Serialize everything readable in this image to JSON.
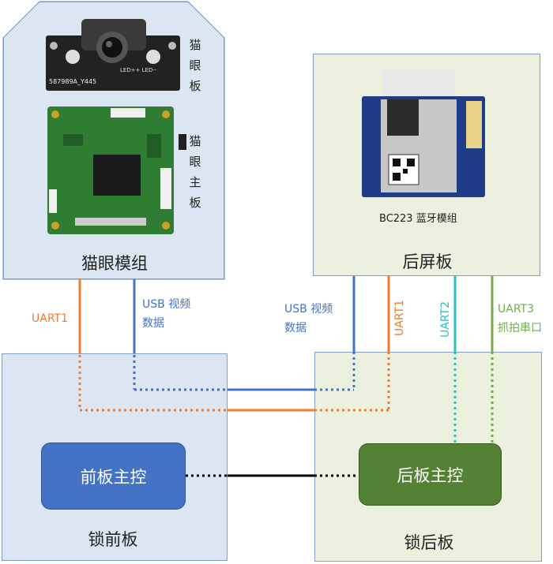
{
  "modules": {
    "cat_eye_module": {
      "title": "猫眼模组",
      "cat_eye_board_label": "猫眼板",
      "cat_eye_main_board_label": "猫眼主板",
      "camera_pcb_text": "587989A_Y445",
      "camera_led_text": "LED++ LED--"
    },
    "rear_screen_board": {
      "title": "后屏板",
      "bt_module_label": "BC223 蓝牙模组"
    },
    "front_lock_board": {
      "title": "锁前板",
      "controller": "前板主控"
    },
    "rear_lock_board": {
      "title": "锁后板",
      "controller": "后板主控"
    }
  },
  "links": {
    "uart1_left": "UART1",
    "usb_left": "USB 视频\n数据",
    "usb_right": "USB 视频\n数据",
    "uart1_right": "UART1",
    "uart2": "UART2",
    "uart3": "UART3\n抓拍串口"
  },
  "colors": {
    "uart1": "#ed7d31",
    "usb": "#4472c4",
    "uart2": "#2fbfbf",
    "uart3": "#70ad47",
    "internal": "#000000"
  }
}
